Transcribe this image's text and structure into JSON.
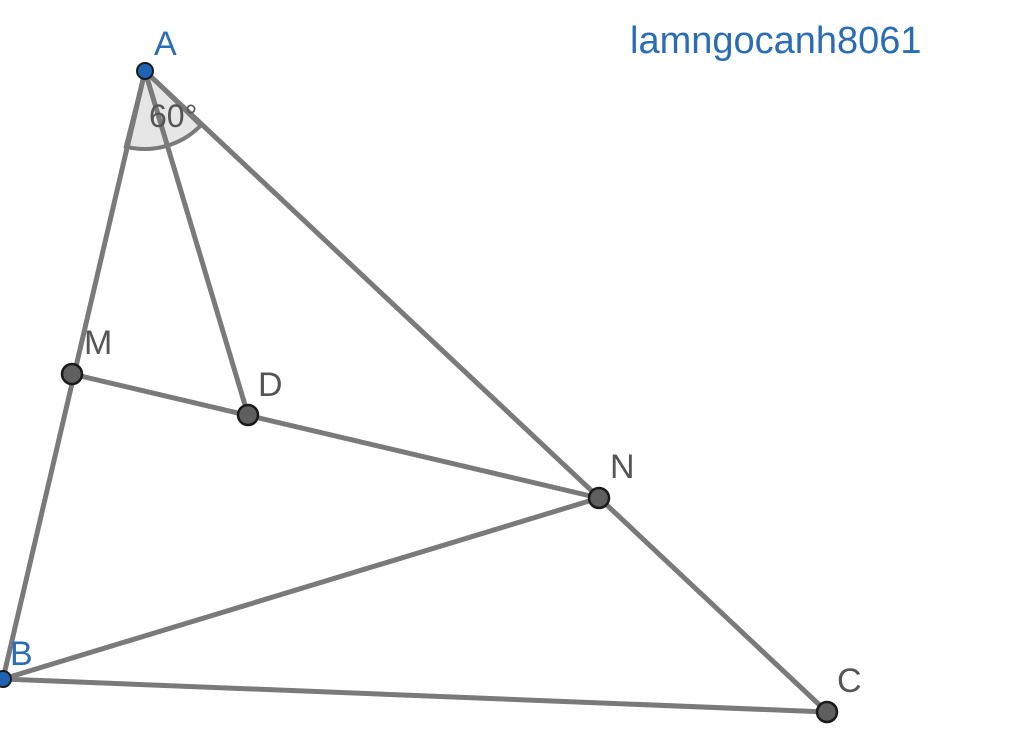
{
  "watermark": "lamngocanh8061",
  "colors": {
    "free_point": "#1f63b5",
    "dependent_point": "#5f5f5f",
    "segment": "#7a7a7a",
    "free_label": "#2a6db5",
    "dependent_label": "#555555"
  },
  "angle": {
    "vertex": "A",
    "label": "60°"
  },
  "points": {
    "A": {
      "label": "A",
      "kind": "free"
    },
    "B": {
      "label": "B",
      "kind": "free"
    },
    "C": {
      "label": "C",
      "kind": "dependent"
    },
    "M": {
      "label": "M",
      "kind": "dependent"
    },
    "D": {
      "label": "D",
      "kind": "dependent"
    },
    "N": {
      "label": "N",
      "kind": "dependent"
    }
  },
  "segments": [
    [
      "A",
      "B"
    ],
    [
      "A",
      "C"
    ],
    [
      "B",
      "C"
    ],
    [
      "A",
      "D"
    ],
    [
      "M",
      "N"
    ],
    [
      "B",
      "N"
    ]
  ]
}
